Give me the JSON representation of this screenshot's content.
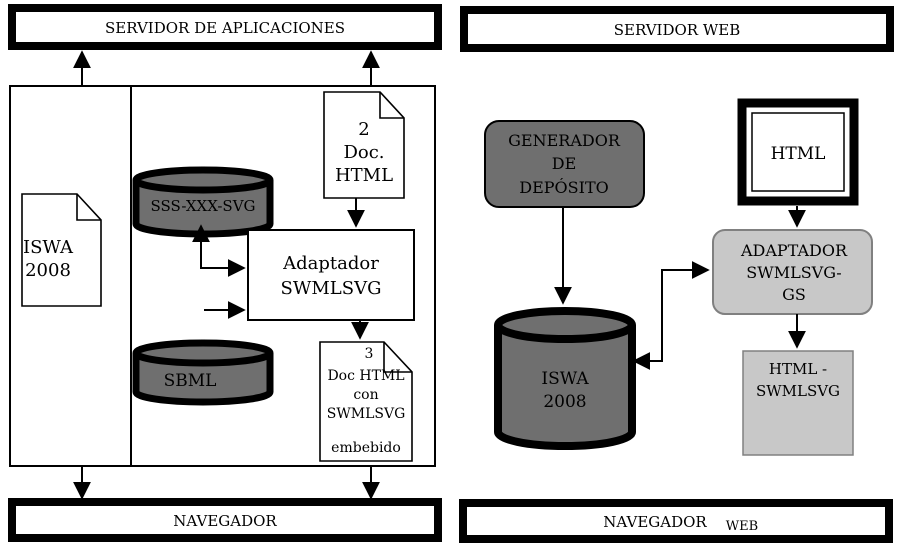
{
  "left": {
    "top_bar": "SERVIDOR DE APLICACIONES",
    "bottom_bar": "NAVEGADOR",
    "isw_doc": [
      "ISWA",
      "2008"
    ],
    "doc_html": [
      "2",
      "Doc.",
      "HTML"
    ],
    "db_svg": "SSS-XXX-SVG",
    "db_sbml": "SBML",
    "adapter": [
      "Adaptador",
      "SWMLSVG"
    ],
    "doc_embed": [
      "3",
      "Doc HTML",
      "con",
      "SWMLSVG",
      "embebido"
    ]
  },
  "right": {
    "top_bar": "SERVIDOR WEB",
    "bottom_bar": [
      "NAVEGADOR",
      "WEB"
    ],
    "generator": [
      "GENERADOR",
      "DE",
      "DEPÓSITO"
    ],
    "html_box": "HTML",
    "adapter": [
      "ADAPTADOR",
      "SWMLSVG-",
      "GS"
    ],
    "db_iswa": [
      "ISWA",
      "2008"
    ],
    "output": [
      "HTML -",
      "SWMLSVG"
    ]
  },
  "colors": {
    "dark_gray": "#6f6f6f",
    "light_gray": "#c8c8c8"
  }
}
